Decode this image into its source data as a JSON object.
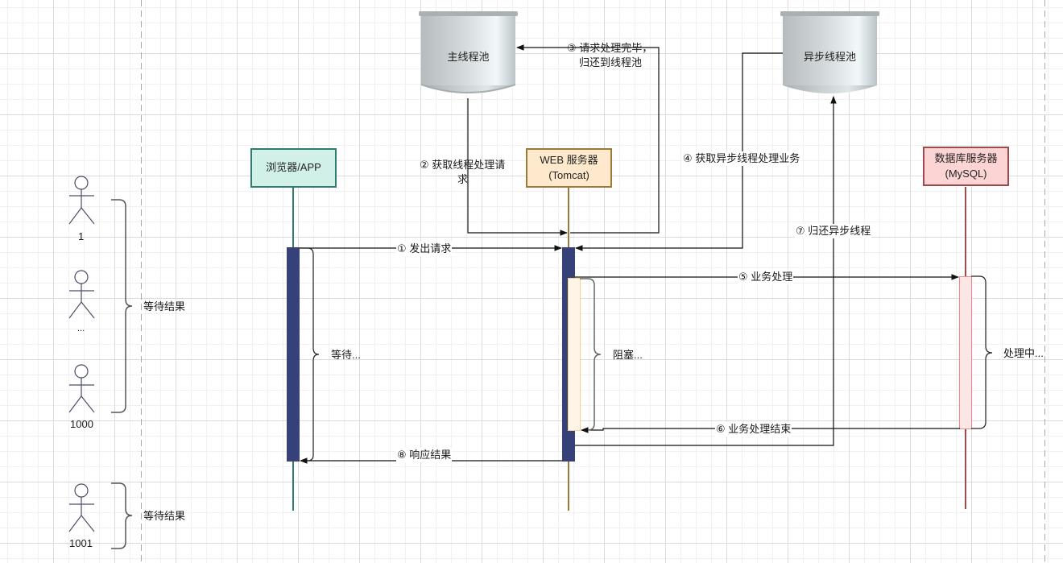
{
  "colors": {
    "browser_fill": "#d0f0e8",
    "browser_border": "#2e7d6e",
    "web_fill": "#ffe9cc",
    "web_border": "#9c7a35",
    "db_fill": "#fcd4d4",
    "db_border": "#9b4b4b",
    "activation": "#36417a",
    "blocked_fill": "#fff4e6",
    "blocked_border": "#f5d28a",
    "db_activation_fill": "#ffe6e6",
    "db_activation_border": "#f08a8a",
    "arrow": "#111111"
  },
  "users": {
    "group1": [
      "1",
      "...",
      "1000"
    ],
    "group1_brace_label": "等待结果",
    "group2": [
      "1001"
    ],
    "group2_brace_label": "等待结果"
  },
  "pools": {
    "main": "主线程池",
    "async": "异步线程池"
  },
  "lifelines": {
    "browser": "浏览器/APP",
    "web": [
      "WEB 服务器",
      "(Tomcat)"
    ],
    "db": [
      "数据库服务器",
      "(MySQL)"
    ]
  },
  "messages": {
    "m1": "① 发出请求",
    "m2": [
      "② 获取线程处理请",
      "求"
    ],
    "m3": [
      "③ 请求处理完毕，",
      "归还到线程池"
    ],
    "m4": "④ 获取异步线程处理业务",
    "m5": "⑤ 业务处理",
    "m6": "⑥ 业务处理结束",
    "m7": "⑦ 归还异步线程",
    "m8": "⑧ 响应结果"
  },
  "braces": {
    "browser_wait": "等待...",
    "web_blocked": "阻塞...",
    "db_processing": "处理中..."
  }
}
